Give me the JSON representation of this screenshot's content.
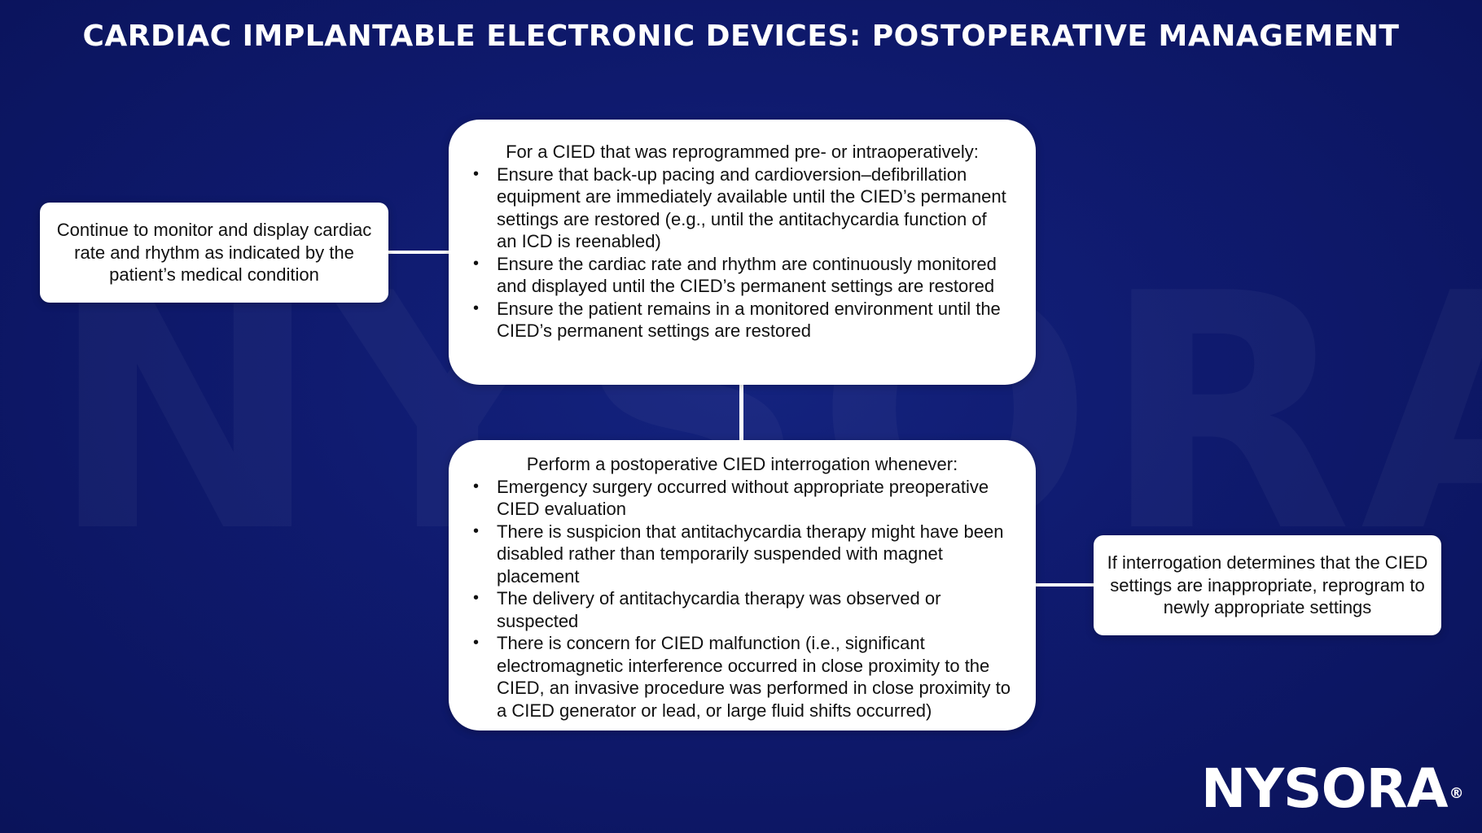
{
  "title": "CARDIAC IMPLANTABLE ELECTRONIC DEVICES: POSTOPERATIVE MANAGEMENT",
  "watermark": "NYSORA®",
  "boxes": {
    "left": {
      "text": "Continue to monitor and display cardiac rate and rhythm as indicated by the patient’s medical condition"
    },
    "top": {
      "heading": "For a CIED that was reprogrammed pre- or intraoperatively:",
      "bullets": [
        "Ensure that back-up pacing and cardioversion–defibrillation equipment are immediately available until the CIED’s permanent settings are restored (e.g., until the antitachycardia function of an ICD is reenabled)",
        "Ensure the cardiac rate and rhythm are continuously monitored and displayed until the CIED’s permanent settings are restored",
        "Ensure the patient remains in a monitored environment until the CIED’s permanent settings are restored"
      ]
    },
    "bottom": {
      "heading": "Perform a postoperative CIED interrogation whenever:",
      "bullets": [
        "Emergency surgery occurred without appropriate preoperative CIED evaluation",
        "There is suspicion that antitachycardia therapy might have been disabled rather than temporarily suspended with magnet placement",
        "The delivery of antitachycardia therapy was observed or suspected",
        "There is concern for CIED malfunction (i.e., significant electromagnetic interference occurred in close proximity to the CIED, an invasive procedure was performed in close proximity to a CIED generator or lead, or large fluid shifts occurred)"
      ]
    },
    "right": {
      "text": "If interrogation determines that the CIED settings are inappropriate, reprogram to newly appropriate settings"
    }
  },
  "logo": {
    "name": "NYSORA",
    "mark": "®"
  },
  "colors": {
    "background": "#0f1a6e",
    "box": "#ffffff",
    "text": "#111111",
    "title": "#ffffff"
  }
}
